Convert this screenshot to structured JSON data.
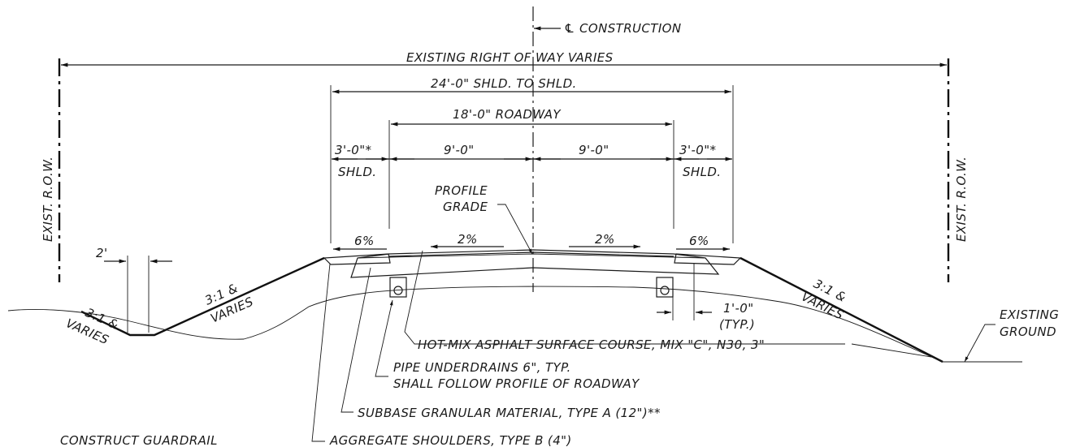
{
  "labels": {
    "centerline": "℄ CONSTRUCTION",
    "existing_row_varies": "EXISTING RIGHT OF WAY VARIES",
    "shld_to_shld": "24'-0\" SHLD. TO SHLD.",
    "roadway": "18'-0\" ROADWAY",
    "left_shoulder_width": "3'-0\"*",
    "right_shoulder_width": "3'-0\"*",
    "shld_left": "SHLD.",
    "shld_right": "SHLD.",
    "lane_left": "9'-0\"",
    "lane_right": "9'-0\"",
    "exist_row_left": "EXIST. R.O.W.",
    "exist_row_right": "EXIST. R.O.W.",
    "profile_grade_line1": "PROFILE",
    "profile_grade_line2": "GRADE",
    "slope_shoulder_left": "6%",
    "slope_lane_left": "2%",
    "slope_lane_right": "2%",
    "slope_shoulder_right": "6%",
    "ditch_width": "2'",
    "fill_slope_left_1": "3:1 &",
    "fill_slope_left_2": "VARIES",
    "ditch_slope_1": "3:1 &",
    "ditch_slope_2": "VARIES",
    "fill_slope_right_1": "3:1 &",
    "fill_slope_right_2": "VARIES",
    "offset_dim_1": "1'-0\"",
    "offset_dim_2": "(TYP.)",
    "existing_ground_1": "EXISTING",
    "existing_ground_2": "GROUND",
    "hma_surface": "HOT-MIX ASPHALT SURFACE COURSE, MIX \"C\", N30, 3\"",
    "underdrains_1": "PIPE UNDERDRAINS 6\", TYP.",
    "underdrains_2": "SHALL FOLLOW PROFILE OF ROADWAY",
    "subbase": "SUBBASE GRANULAR MATERIAL, TYPE A (12\")**",
    "agg_shoulders": "AGGREGATE SHOULDERS, TYPE B (4\")",
    "guardrail": "CONSTRUCT GUARDRAIL"
  }
}
